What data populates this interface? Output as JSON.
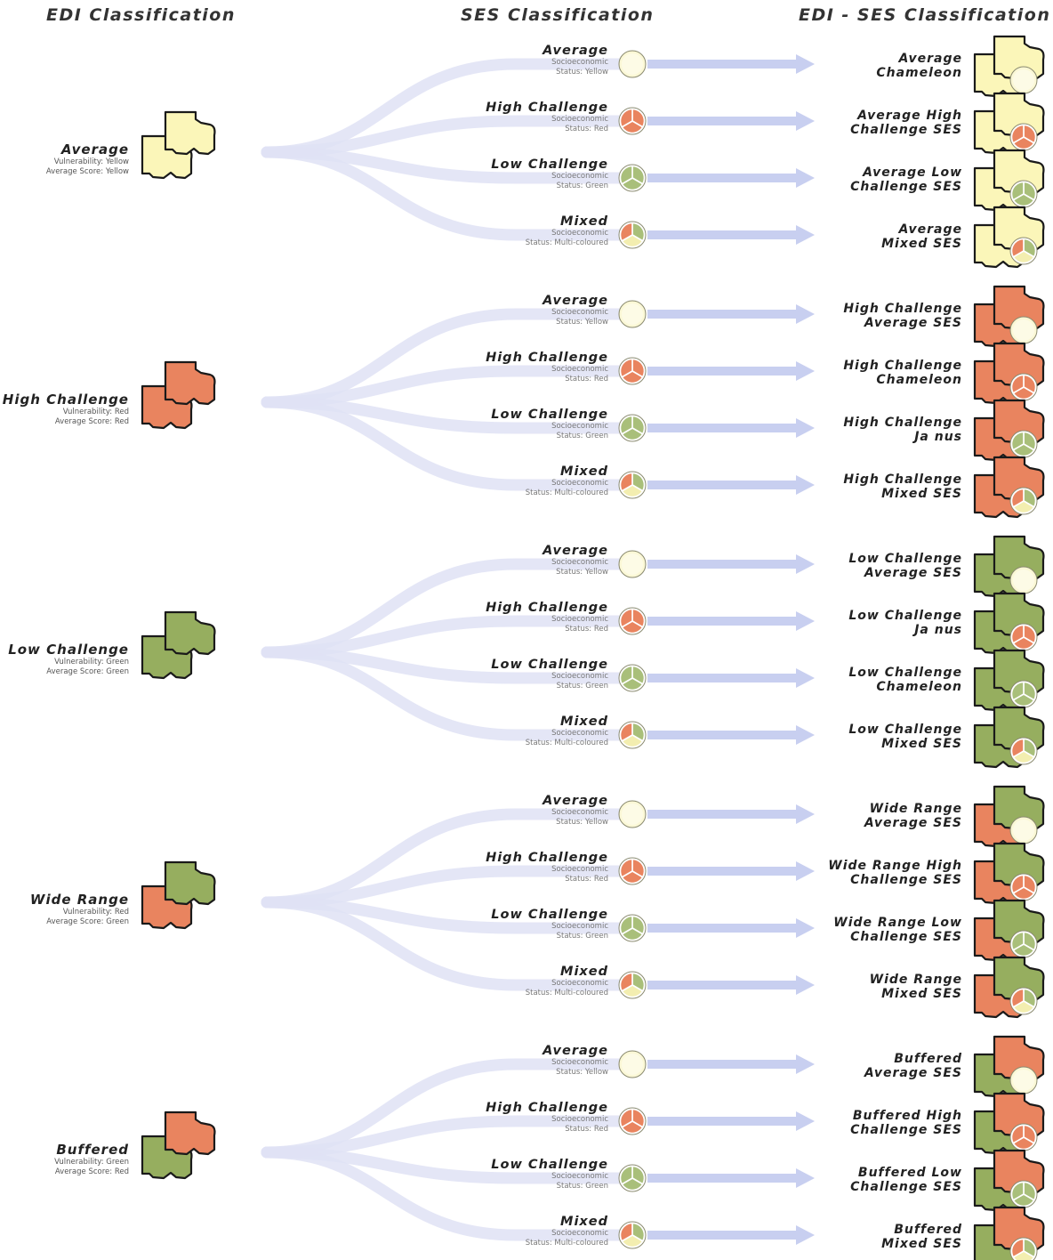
{
  "headers": {
    "edi": "EDI Classification",
    "ses": "SES Classification",
    "combined": "EDI - SES Classification"
  },
  "colors": {
    "yellow": "#fbf6b9",
    "red": "#e9845f",
    "green": "#96ae5f",
    "flow": "#dfe2f4",
    "arrow": "#c8cff0",
    "outline": "#1a1a1a"
  },
  "ses_types": [
    {
      "title": "Average",
      "line1": "Socioeconomic",
      "line2": "Status: Yellow",
      "icon": "yellow-circle-icon"
    },
    {
      "title": "High Challenge",
      "line1": "Socioeconomic",
      "line2": "Status: Red",
      "icon": "red-segmented-circle-icon"
    },
    {
      "title": "Low Challenge",
      "line1": "Socioeconomic",
      "line2": "Status: Green",
      "icon": "green-segmented-circle-icon"
    },
    {
      "title": "Mixed",
      "line1": "Socioeconomic",
      "line2": "Status: Multi-coloured",
      "icon": "mixed-segmented-circle-icon"
    }
  ],
  "groups": [
    {
      "edi": {
        "title": "Average",
        "line1": "Vulnerability: Yellow",
        "line2": "Average Score: Yellow",
        "front": "yellow",
        "back": "yellow"
      },
      "results": [
        [
          "Average",
          "Chameleon"
        ],
        [
          "Average High",
          "Challenge SES"
        ],
        [
          "Average Low",
          "Challenge SES"
        ],
        [
          "Average",
          "Mixed SES"
        ]
      ]
    },
    {
      "edi": {
        "title": "High Challenge",
        "line1": "Vulnerability: Red",
        "line2": "Average Score: Red",
        "front": "red",
        "back": "red"
      },
      "results": [
        [
          "High Challenge",
          "Average SES"
        ],
        [
          "High Challenge",
          "Chameleon"
        ],
        [
          "High Challenge",
          "Ja nus"
        ],
        [
          "High Challenge",
          "Mixed SES"
        ]
      ]
    },
    {
      "edi": {
        "title": "Low Challenge",
        "line1": "Vulnerability: Green",
        "line2": "Average Score: Green",
        "front": "green",
        "back": "green"
      },
      "results": [
        [
          "Low Challenge",
          "Average SES"
        ],
        [
          "Low Challenge",
          "Ja nus"
        ],
        [
          "Low Challenge",
          "Chameleon"
        ],
        [
          "Low Challenge",
          "Mixed SES"
        ]
      ]
    },
    {
      "edi": {
        "title": "Wide Range",
        "line1": "Vulnerability: Red",
        "line2": "Average Score: Green",
        "front": "green",
        "back": "red"
      },
      "results": [
        [
          "Wide Range",
          "Average SES"
        ],
        [
          "Wide Range High",
          "Challenge SES"
        ],
        [
          "Wide Range Low",
          "Challenge SES"
        ],
        [
          "Wide Range",
          "Mixed SES"
        ]
      ]
    },
    {
      "edi": {
        "title": "Buffered",
        "line1": "Vulnerability: Green",
        "line2": "Average Score: Red",
        "front": "red",
        "back": "green"
      },
      "results": [
        [
          "Buffered",
          "Average SES"
        ],
        [
          "Buffered High",
          "Challenge SES"
        ],
        [
          "Buffered Low",
          "Challenge SES"
        ],
        [
          "Buffered",
          "Mixed SES"
        ]
      ]
    }
  ]
}
